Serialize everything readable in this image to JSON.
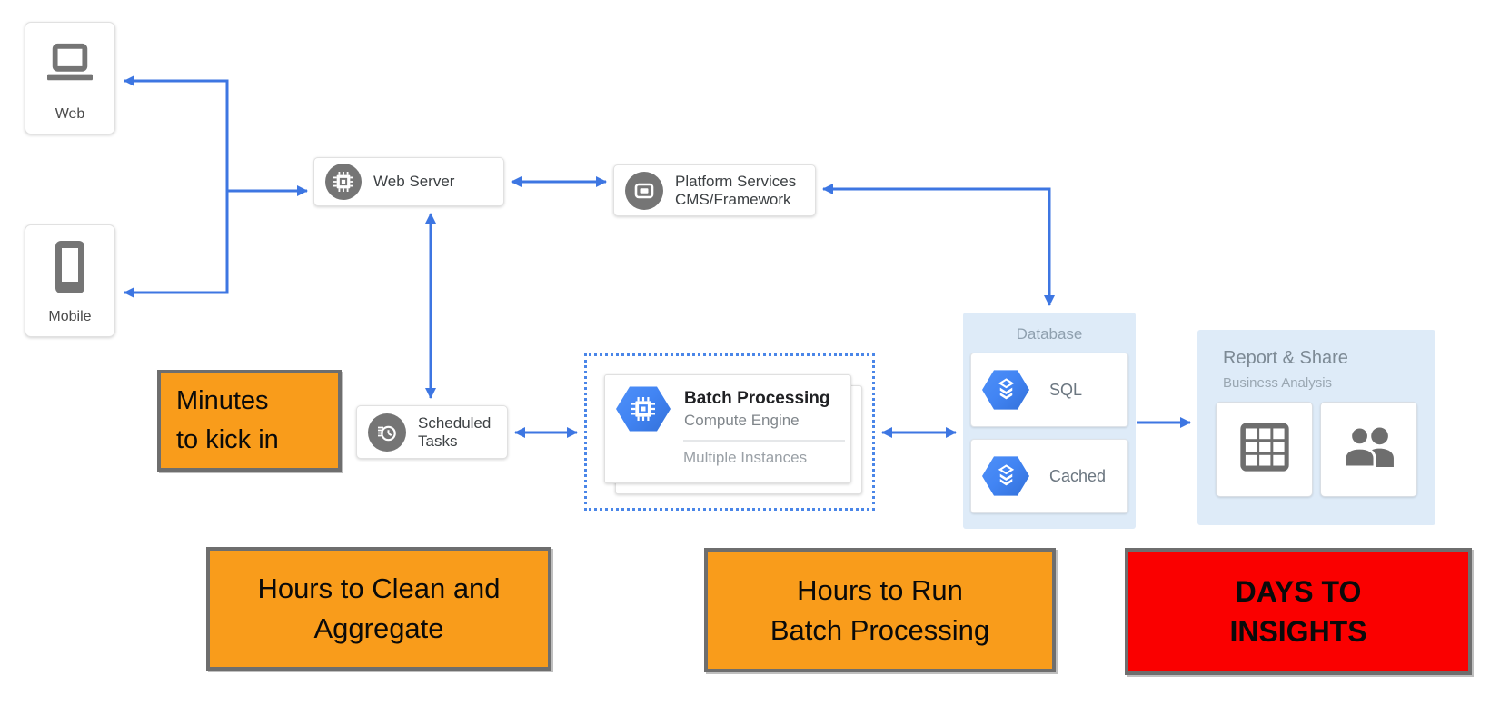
{
  "colors": {
    "arrow_blue": "#3d76e2",
    "hexagon_blue": "#4285f4",
    "panel_blue": "#deebf8",
    "icon_gray": "#757575",
    "callout_orange": "#f99c1b",
    "callout_red": "#fa0000",
    "callout_border_gray": "#6e6e6e"
  },
  "nodes": {
    "web": {
      "label": "Web"
    },
    "mobile": {
      "label": "Mobile"
    },
    "web_server": {
      "label": "Web Server"
    },
    "platform_services": {
      "lines": [
        "Platform Services",
        "CMS/Framework"
      ]
    },
    "scheduled_tasks": {
      "lines": [
        "Scheduled",
        "Tasks"
      ]
    },
    "batch_processing": {
      "title": "Batch Processing",
      "subtitle": "Compute Engine",
      "note": "Multiple Instances"
    },
    "database": {
      "title": "Database",
      "items": [
        {
          "label": "SQL"
        },
        {
          "label": "Cached"
        }
      ]
    },
    "report_share": {
      "title": "Report & Share",
      "subtitle": "Business Analysis",
      "tools": [
        "table-icon",
        "people-icon"
      ]
    }
  },
  "callouts": [
    {
      "id": "minutes-to-kick-in",
      "style": "orange",
      "lines": [
        "Minutes",
        "to kick in"
      ]
    },
    {
      "id": "hours-to-clean",
      "style": "orange",
      "lines": [
        "Hours to Clean and",
        "Aggregate"
      ]
    },
    {
      "id": "hours-to-run-batch",
      "style": "orange",
      "lines": [
        "Hours to Run",
        "Batch Processing"
      ]
    },
    {
      "id": "days-to-insights",
      "style": "red",
      "lines": [
        "DAYS TO",
        "INSIGHTS"
      ]
    }
  ]
}
